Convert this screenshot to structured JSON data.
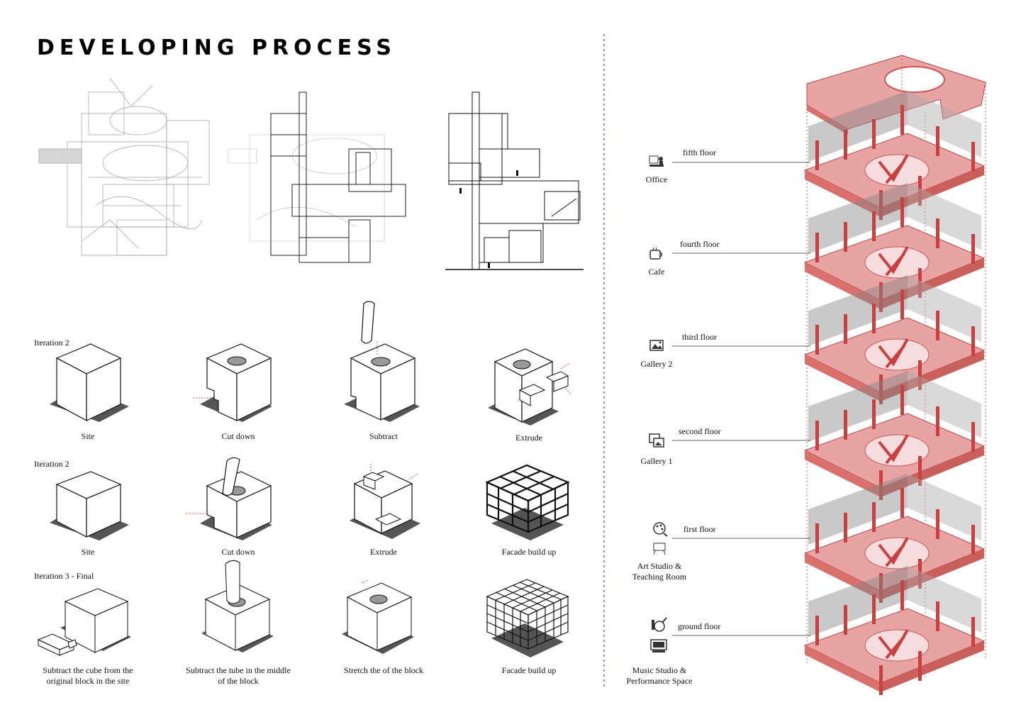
{
  "title": "DEVELOPING PROCESS",
  "iterations": [
    {
      "label": "Iteration 2",
      "steps": [
        "Site",
        "Cut down",
        "Subtract",
        "Extrude"
      ]
    },
    {
      "label": "Iteration 2",
      "steps": [
        "Site",
        "Cut down",
        "Extrude",
        "Facade build up"
      ]
    },
    {
      "label": "Iteration 3 - Final",
      "steps": [
        "Subtract the cube from the\noriginal block in the site",
        "Subtract the tube in the middle\nof the block",
        "Stretch the  of the block",
        "Facade build up"
      ]
    }
  ],
  "floors": [
    {
      "name": "fifth floor",
      "use": "Office",
      "icon": "office-icon"
    },
    {
      "name": "fourth floor",
      "use": "Cafe",
      "icon": "cafe-icon"
    },
    {
      "name": "third floor",
      "use": "Gallery 2",
      "icon": "gallery-icon"
    },
    {
      "name": "second floor",
      "use": "Gallery 1",
      "icon": "gallery-icon"
    },
    {
      "name": "first floor",
      "use": "Art Studio &\nTeaching Room",
      "icon": "palette-icon"
    },
    {
      "name": "ground floor",
      "use": "Music Studio &\nPerformance Space",
      "icon": "music-icon"
    }
  ],
  "colors": {
    "accent": "#d9534f",
    "floor_fill": "#e8a3a3",
    "divider": "#d9534f"
  }
}
